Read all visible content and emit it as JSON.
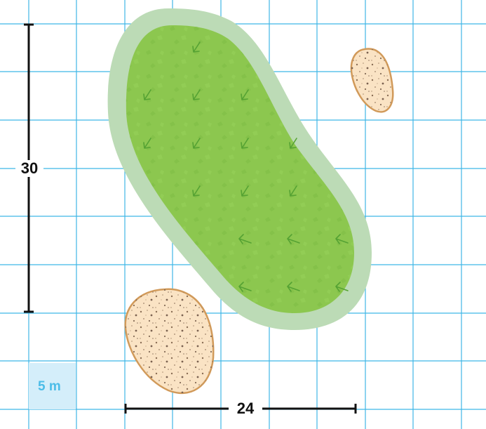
{
  "diagram": {
    "grid_scale_label": "5 m",
    "vertical_dimension": "30",
    "horizontal_dimension": "24"
  },
  "colors": {
    "grid_line": "#3fb6e6",
    "scale_cell": "#d4eefa",
    "scale_text": "#4cbde8",
    "green_inner": "#8cc74f",
    "green_outer": "#bcdbb6",
    "arrow": "#55a233",
    "bunker_fill": "#fae3c4",
    "bunker_edge": "#d19a5a",
    "dimension_line": "#111111"
  },
  "features": {
    "green_icon": "putting-green-shape",
    "bunker_icon": "sand-bunker-shape",
    "slope_arrow_icon": "slope-arrow-icon"
  }
}
